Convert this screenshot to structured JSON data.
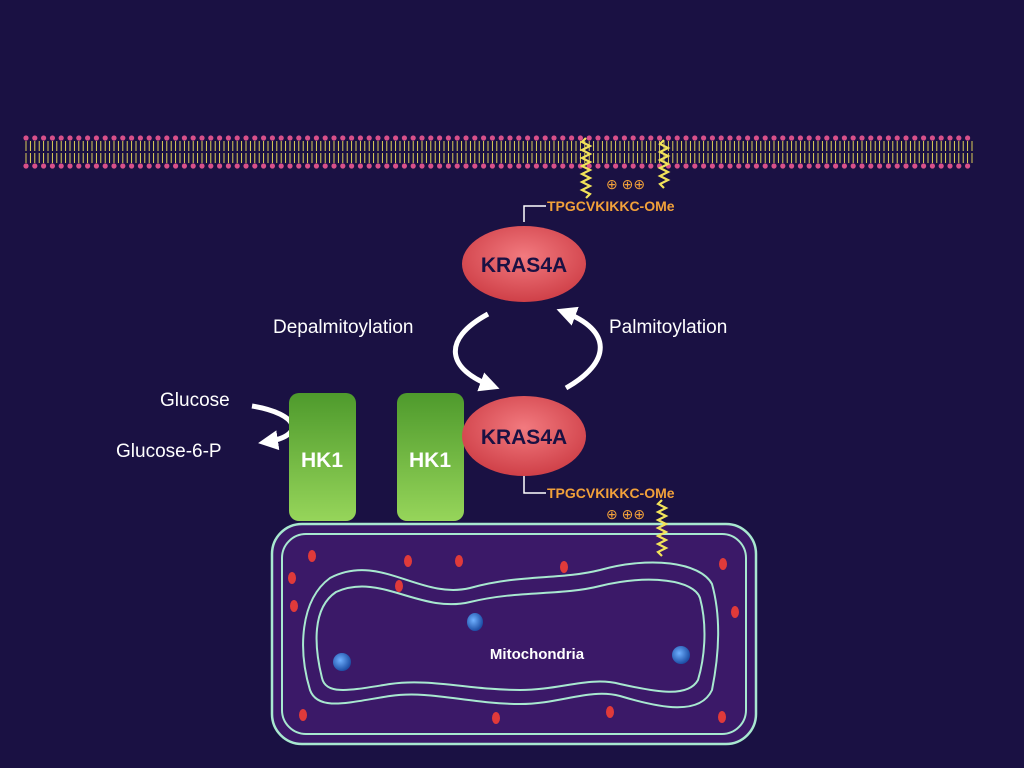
{
  "labels": {
    "kras_top": "KRAS4A",
    "kras_bottom": "KRAS4A",
    "peptide_top": "TPGCVKIKKC-OMe",
    "peptide_bottom": "TPGCVKIKKC-OMe",
    "charges_top": "⊕ ⊕⊕",
    "charges_bottom": "⊕ ⊕⊕",
    "depalmitoylation": "Depalmitoylation",
    "palmitoylation": "Palmitoylation",
    "glucose": "Glucose",
    "glucose6p": "Glucose-6-P",
    "hk1_left": "HK1",
    "hk1_right": "HK1",
    "mitochondria": "Mitochondria"
  },
  "colors": {
    "background": "#1a1143",
    "kras": "#e85a62",
    "hk1": "#6cc044",
    "peptide_text": "#f2a13a",
    "lipid_tail": "#f2e35a",
    "lipid_head": "#d8508a",
    "mito_outline": "#a8e8d0",
    "mito_fill": "#3b1968",
    "arrow": "#ffffff"
  }
}
